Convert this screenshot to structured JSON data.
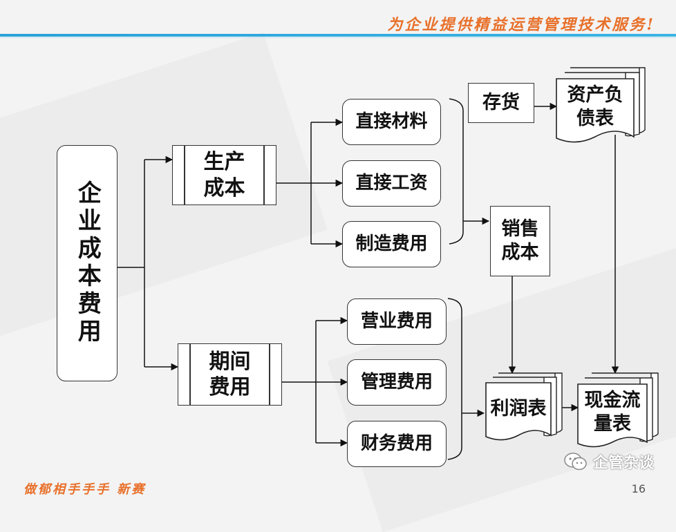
{
  "header": {
    "slogan": "为企业提供精益运营管理技术服务!"
  },
  "diagram": {
    "root": "企业成本费用",
    "production_cost": "生产\n成本",
    "period_expense": "期间\n费用",
    "direct_material": "直接材料",
    "direct_labor": "直接工资",
    "manufacturing_overhead": "制造费用",
    "selling_expense": "营业费用",
    "admin_expense": "管理费用",
    "finance_expense": "财务费用",
    "inventory": "存货",
    "cost_of_sales": "销售\n成本",
    "balance_sheet": "资产负\n债表",
    "income_statement": "利润表",
    "cash_flow_statement": "现金流\n量表"
  },
  "watermark": {
    "account": "企管杂谈",
    "icon": "wechat-icon"
  },
  "footer": {
    "text": "做郁相手手手 新赛",
    "page_number": "16"
  }
}
